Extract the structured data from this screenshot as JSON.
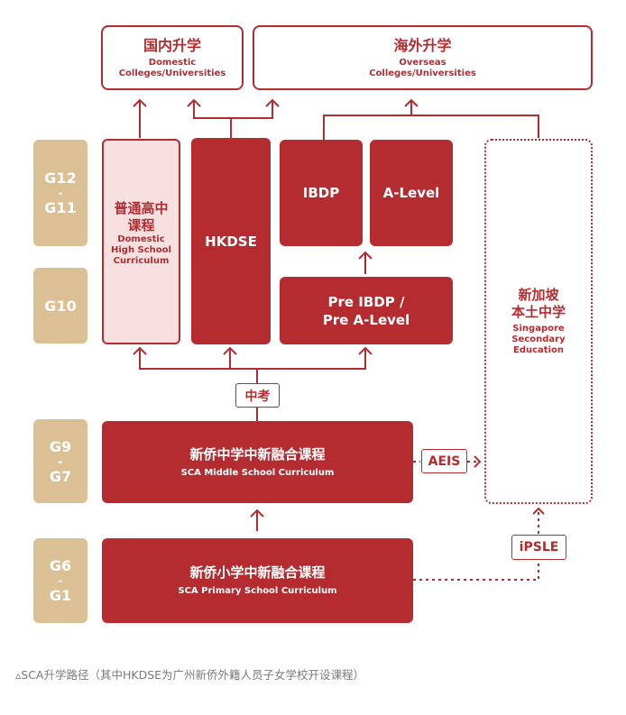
{
  "destinations": {
    "domestic": {
      "zh": "国内升学",
      "en_1": "Domestic",
      "en_2": "Colleges/Universities"
    },
    "overseas": {
      "zh": "海外升学",
      "en_1": "Overseas",
      "en_2": "Colleges/Universities"
    }
  },
  "grades": [
    {
      "top": "G12",
      "sep": "-",
      "bottom": "G11"
    },
    {
      "top": "G10"
    },
    {
      "top": "G9",
      "sep": "-",
      "bottom": "G7"
    },
    {
      "top": "G6",
      "sep": "-",
      "bottom": "G1"
    }
  ],
  "high_school": {
    "domestic": {
      "zh_1": "普通高中",
      "zh_2": "课程",
      "en_1": "Domestic",
      "en_2": "High School",
      "en_3": "Curriculum"
    },
    "hkdse": "HKDSE",
    "ibdp": "IBDP",
    "a_level": "A-Level",
    "pre": {
      "line_1": "Pre IBDP /",
      "line_2": "Pre A-Level"
    },
    "singapore": {
      "zh_1": "新加坡",
      "zh_2": "本土中学",
      "en_1": "Singapore",
      "en_2": "Secondary",
      "en_3": "Education"
    }
  },
  "exams": {
    "zhongkao": "中考",
    "aeis": "AEIS",
    "ipsle": "iPSLE"
  },
  "middle_school": {
    "zh": "新侨中学中新融合课程",
    "en": "SCA Middle School Curriculum"
  },
  "primary_school": {
    "zh": "新侨小学中新融合课程",
    "en": "SCA Primary School Curriculum"
  },
  "caption": "▵SCA升学路径（其中HKDSE为广州新侨外籍人员子女学校开设课程）",
  "colors": {
    "primary_red": "#b42c30",
    "grade_tan": "#dbbf95",
    "light_pink": "#f8e0e1"
  }
}
